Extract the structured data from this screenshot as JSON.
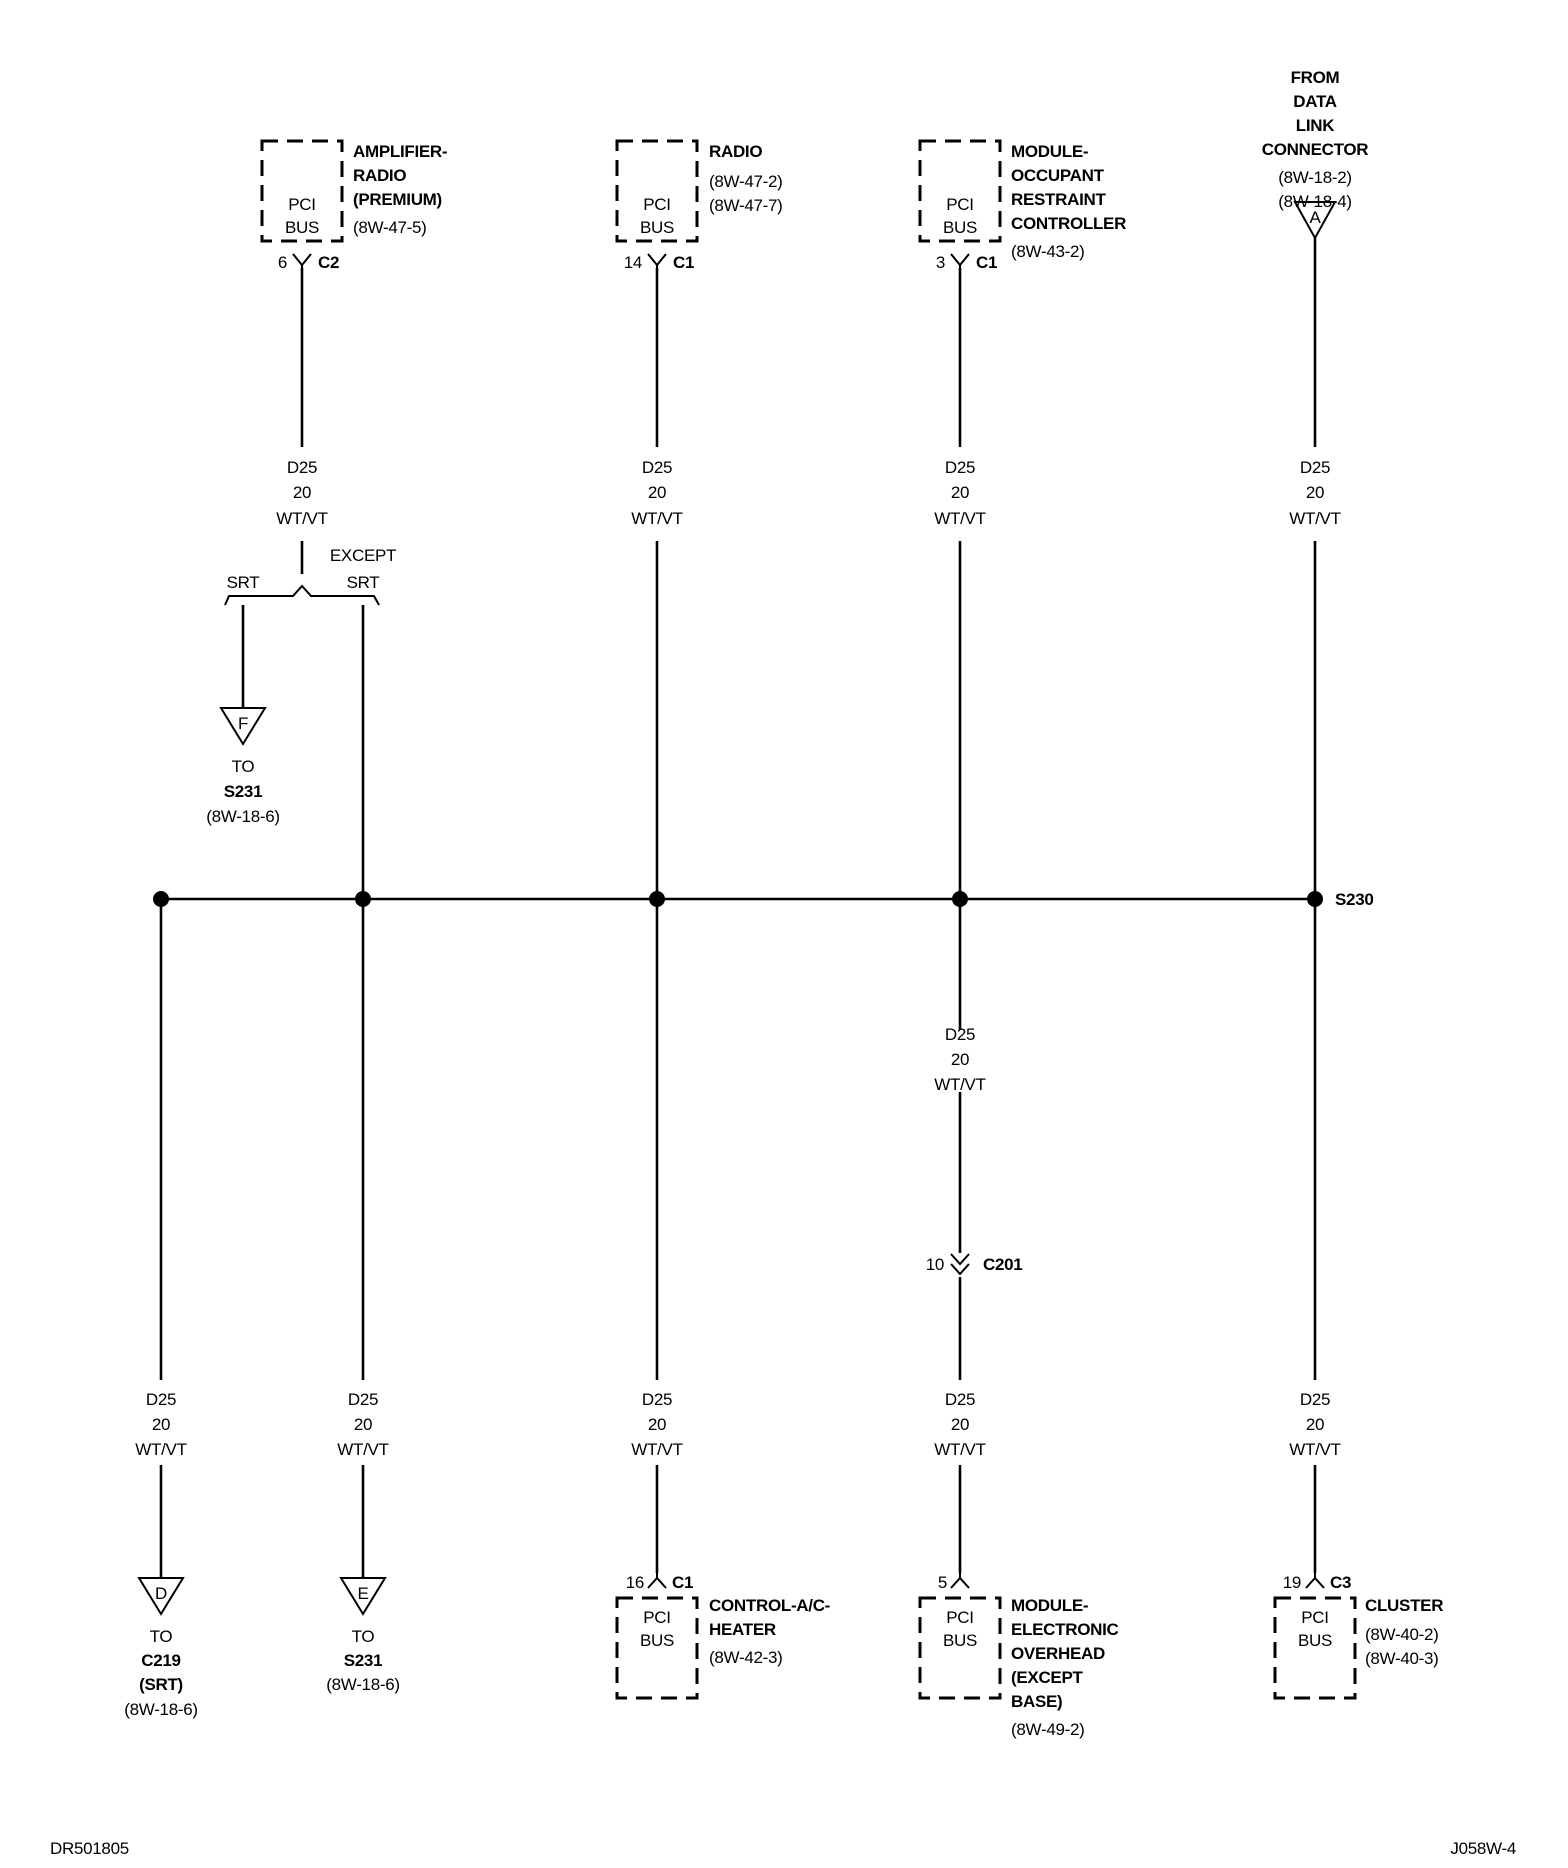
{
  "wire": {
    "code": "D25",
    "gauge": "20",
    "color": "WT/VT"
  },
  "components": {
    "amplifier_radio": {
      "name": [
        "AMPLIFIER-",
        "RADIO",
        "(PREMIUM)"
      ],
      "ref": [
        "(8W-47-5)"
      ],
      "box": [
        "PCI",
        "BUS"
      ],
      "pin": "6",
      "connector": "C2"
    },
    "radio": {
      "name": [
        "RADIO"
      ],
      "ref": [
        "(8W-47-2)",
        "(8W-47-7)"
      ],
      "box": [
        "PCI",
        "BUS"
      ],
      "pin": "14",
      "connector": "C1"
    },
    "occupant_restraint": {
      "name": [
        "MODULE-",
        "OCCUPANT",
        "RESTRAINT",
        "CONTROLLER"
      ],
      "ref": [
        "(8W-43-2)"
      ],
      "box": [
        "PCI",
        "BUS"
      ],
      "pin": "3",
      "connector": "C1"
    },
    "control_ac_heater": {
      "name": [
        "CONTROL-A/C-",
        "HEATER"
      ],
      "ref": [
        "(8W-42-3)"
      ],
      "box": [
        "PCI",
        "BUS"
      ],
      "pin": "16",
      "connector": "C1"
    },
    "electronic_overhead": {
      "name": [
        "MODULE-",
        "ELECTRONIC",
        "OVERHEAD",
        "(EXCEPT",
        "BASE)"
      ],
      "ref": [
        "(8W-49-2)"
      ],
      "box": [
        "PCI",
        "BUS"
      ],
      "pin": "5",
      "connector": ""
    },
    "cluster": {
      "name": [
        "CLUSTER"
      ],
      "ref": [
        "(8W-40-2)",
        "(8W-40-3)"
      ],
      "box": [
        "PCI",
        "BUS"
      ],
      "pin": "19",
      "connector": "C3"
    }
  },
  "data_link": {
    "lines": [
      "FROM",
      "DATA",
      "LINK",
      "CONNECTOR"
    ],
    "refs": [
      "(8W-18-2)",
      "(8W-18-4)"
    ],
    "letter": "A"
  },
  "branch": {
    "srt": "SRT",
    "except": [
      "EXCEPT",
      "SRT"
    ]
  },
  "offpage": {
    "f": {
      "letter": "F",
      "to": "TO",
      "target": "S231",
      "ref": "(8W-18-6)"
    },
    "d": {
      "letter": "D",
      "to": "TO",
      "target": "C219",
      "extra": "(SRT)",
      "ref": "(8W-18-6)"
    },
    "e": {
      "letter": "E",
      "to": "TO",
      "target": "S231",
      "ref": "(8W-18-6)"
    }
  },
  "splice": "S230",
  "inline_connector": {
    "pin": "10",
    "name": "C201"
  },
  "footer": {
    "left": "DR501805",
    "right": "J058W-4"
  },
  "colors": {
    "ink": "#000000",
    "background": "#ffffff"
  }
}
